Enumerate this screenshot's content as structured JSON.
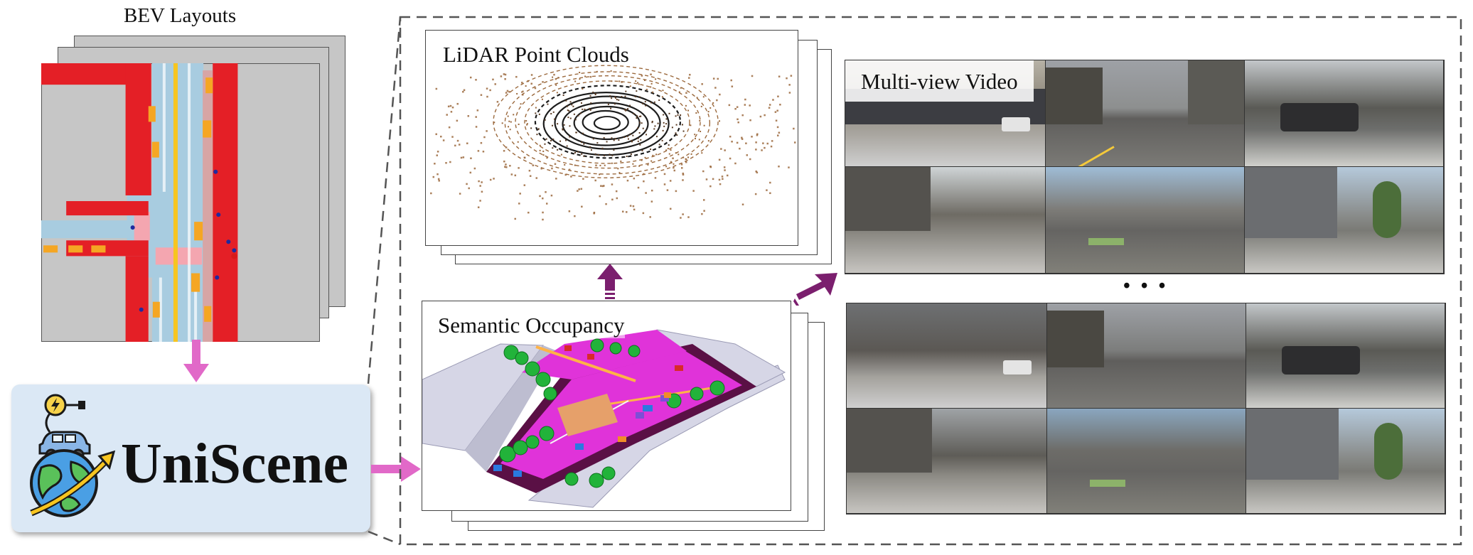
{
  "diagram": {
    "bev_title": "BEV Layouts",
    "brand_name": "UniScene",
    "lidar_title": "LiDAR Point Clouds",
    "occupancy_title": "Semantic Occupancy",
    "video_title": "Multi-view Video",
    "ellipsis": "• • •"
  },
  "icons": {
    "brand": "globe-car-charger-icon",
    "arrow_bev_to_brand": "down-arrow-icon",
    "arrow_brand_to_occupancy": "right-arrow-icon",
    "arrow_occupancy_to_lidar": "up-arrow-icon",
    "arrow_occupancy_to_video": "diagonal-up-right-arrow-icon"
  },
  "colors": {
    "bev_road": "#a8cce0",
    "bev_building": "#e41f26",
    "bev_background": "#c6c6c6",
    "bev_lane_marking": "#f7c520",
    "bev_pedestrian_area": "#f4a6b0",
    "brand_box": "#dbe8f5",
    "arrow_pink": "#e169c8",
    "arrow_purple": "#7b1f6e",
    "occ_road": "#e033d9",
    "occ_vegetation": "#22b33a",
    "occ_structure": "#d6d6e6",
    "occ_sidewalk": "#5a1045",
    "lidar_near": "#1d1d1d",
    "lidar_far": "#9c6a3e"
  }
}
